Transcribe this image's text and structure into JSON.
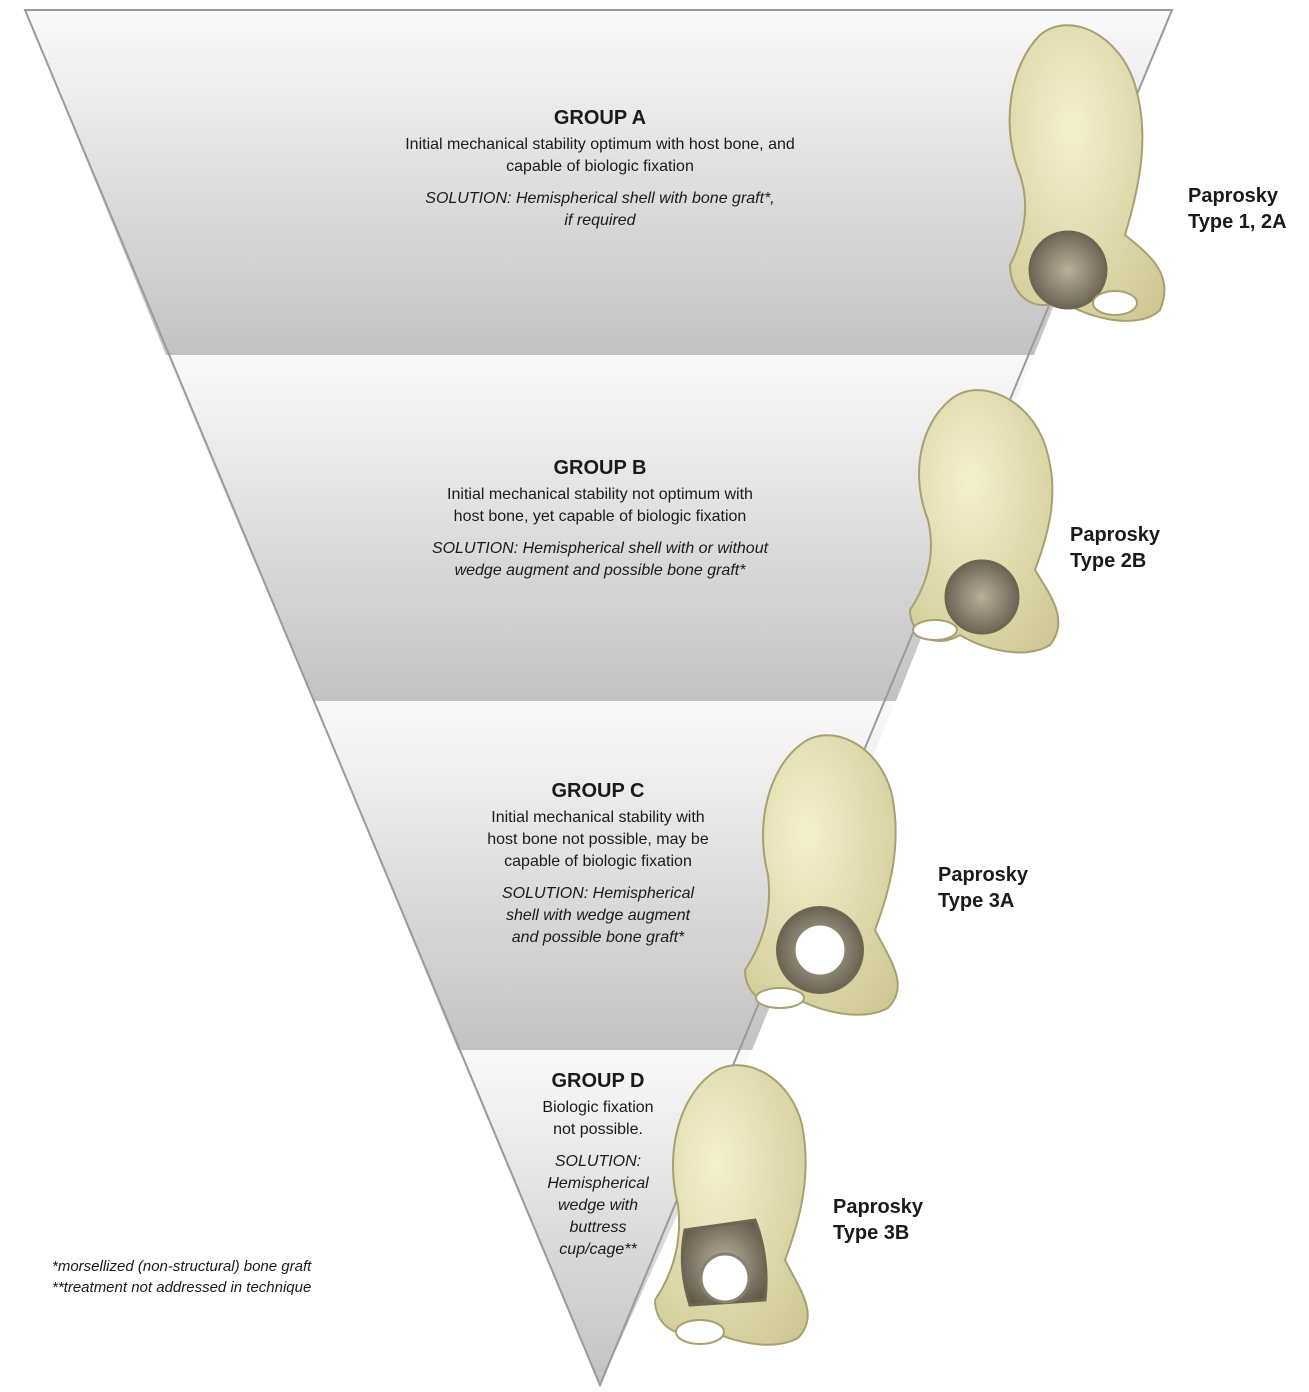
{
  "groups": [
    {
      "title": "GROUP A",
      "desc_lines": [
        "Initial mechanical stability optimum with host bone, and",
        "capable of biologic fixation"
      ],
      "sol_lines": [
        "SOLUTION: Hemispherical shell with bone graft*,",
        "if required"
      ]
    },
    {
      "title": "GROUP B",
      "desc_lines": [
        "Initial mechanical stability not optimum with",
        "host bone, yet capable of biologic fixation"
      ],
      "sol_lines": [
        "SOLUTION: Hemispherical shell with or without",
        "wedge augment and possible bone graft*"
      ]
    },
    {
      "title": "GROUP C",
      "desc_lines": [
        "Initial mechanical stability with",
        "host bone not possible, may be",
        "capable of biologic fixation"
      ],
      "sol_lines": [
        "SOLUTION: Hemispherical",
        "shell with wedge augment",
        "and possible bone graft*"
      ]
    },
    {
      "title": "GROUP D",
      "desc_lines": [
        "Biologic fixation",
        "not possible."
      ],
      "sol_lines": [
        "SOLUTION:",
        "Hemispherical",
        "wedge with",
        "buttress",
        "cup/cage**"
      ]
    }
  ],
  "paprosky": [
    {
      "line1": "Paprosky",
      "line2": "Type 1, 2A"
    },
    {
      "line1": "Paprosky",
      "line2": "Type 2B"
    },
    {
      "line1": "Paprosky",
      "line2": "Type 3A"
    },
    {
      "line1": "Paprosky",
      "line2": "Type 3B"
    }
  ],
  "footnotes": [
    "*morsellized (non-structural) bone graft",
    "**treatment not addressed in technique"
  ],
  "colors": {
    "band_top": "#fafafa",
    "band_bottom": "#c2c2c2",
    "outline": "#9a9a9a",
    "bone": "#e6e2b4",
    "bone_edge": "#a8a070",
    "graft": "#8a8070"
  }
}
